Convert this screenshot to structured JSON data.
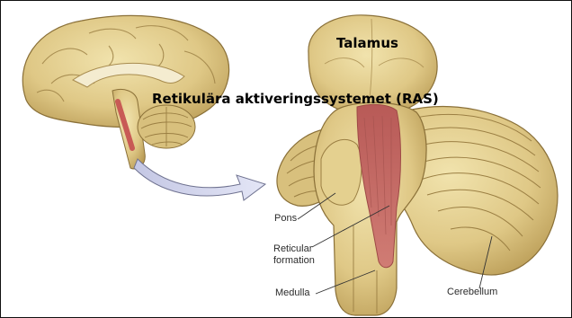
{
  "titles": {
    "ras": "Retikulära aktiveringssystemet (RAS)",
    "talamus": "Talamus"
  },
  "labels": {
    "pons": "Pons",
    "reticular_formation": "Reticular formation",
    "medulla": "Medulla",
    "cerebellum": "Cerebellum"
  },
  "colors": {
    "tissue": "#e2cf8e",
    "tissue_dark": "#b99b55",
    "reticular": "#c9706b",
    "arrow": "#d7d9ee",
    "background": "#ffffff"
  }
}
